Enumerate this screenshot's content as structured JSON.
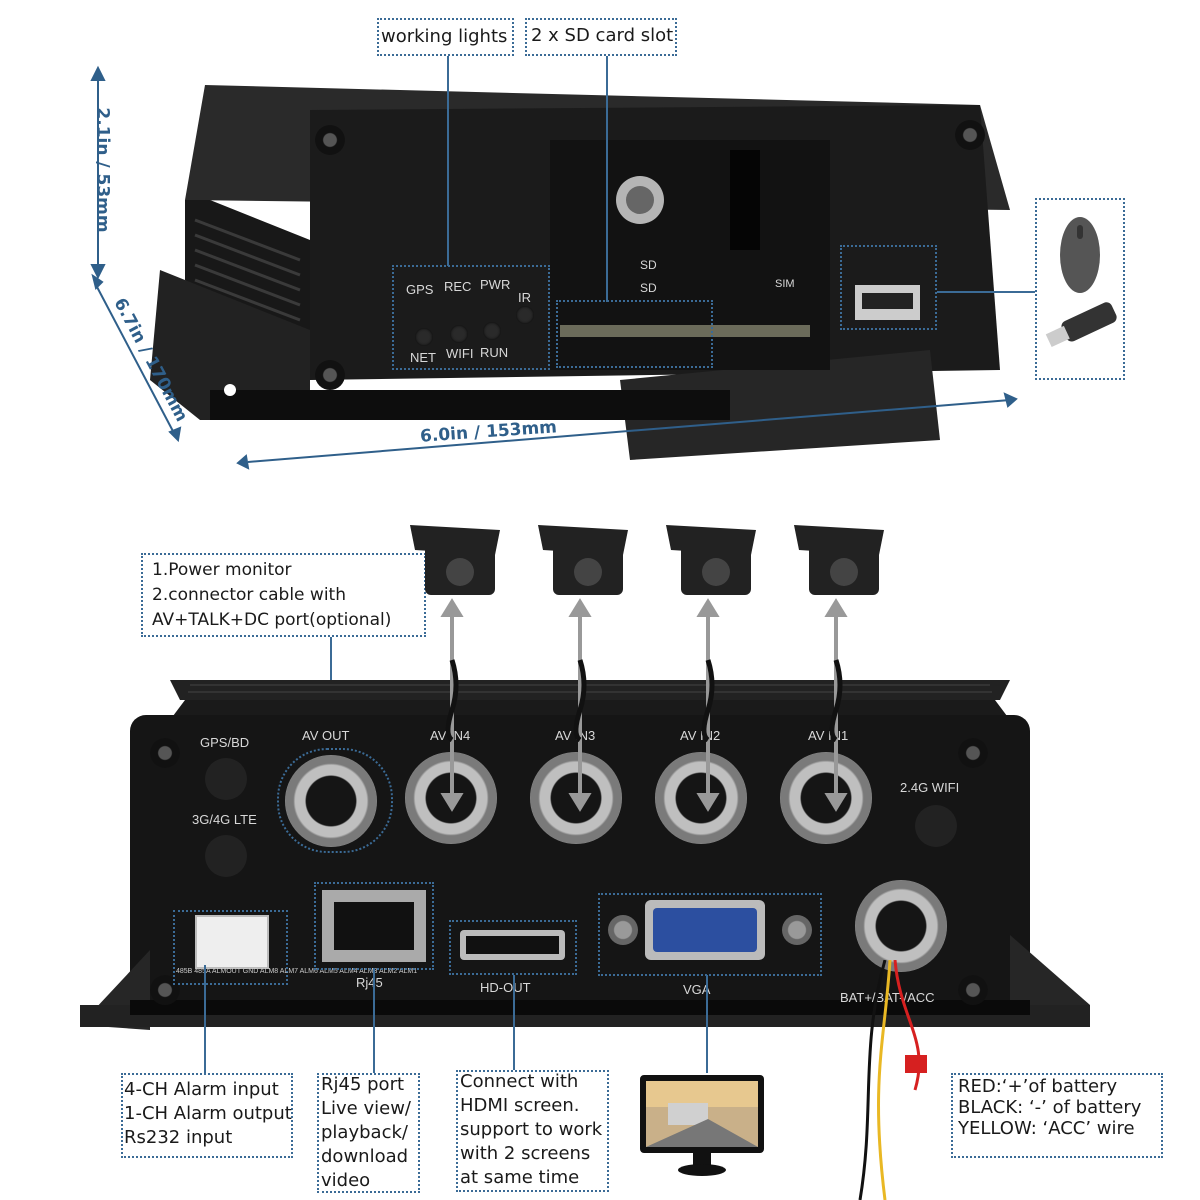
{
  "top_labels": {
    "working_lights": "working lights",
    "sd_slot": "2 x SD card slot"
  },
  "dimensions": {
    "height": "2.1in / 53mm",
    "depth": "6.7in / 170mm",
    "width": "6.0in / 153mm"
  },
  "front_panel": {
    "leds_top": [
      "GPS",
      "REC",
      "PWR"
    ],
    "led_ir": "IR",
    "leds_bottom": [
      "NET",
      "WIFI",
      "RUN"
    ],
    "sd1": "SD",
    "sd2": "SD",
    "sim": "SIM"
  },
  "power_monitor": {
    "line1": "1.Power monitor",
    "line2": "2.connector cable with",
    "line3": "AV+TALK+DC port(optional)"
  },
  "rear_panel": {
    "gps_bd": "GPS/BD",
    "lte": "3G/4G LTE",
    "av_out": "AV OUT",
    "av_in4": "AV IN4",
    "av_in3": "AV IN3",
    "av_in2": "AV IN2",
    "av_in1": "AV IN1",
    "wifi": "2.4G WIFI",
    "rj45": "Rj45",
    "hd_out": "HD-OUT",
    "vga": "VGA",
    "power": "BAT+/BAT-/ACC",
    "alarm_pins": "485B 485A ALMOUT GND ALM8 ALM7 ALM6 ALM5 ALM4 ALM3 ALM2 ALM1"
  },
  "bottom_labels": {
    "alarm": [
      "4-CH Alarm input",
      "1-CH Alarm output",
      "Rs232 input"
    ],
    "rj45": [
      "Rj45 port",
      "Live view/",
      "playback/",
      "download",
      "video"
    ],
    "hdmi": [
      "Connect with",
      "HDMI screen.",
      "support to work",
      "with 2 screens",
      "at same time"
    ],
    "wires": [
      "RED:‘+’of battery",
      "BLACK: ‘-’ of battery",
      "YELLOW: ‘ACC’ wire"
    ]
  },
  "colors": {
    "accent": "#3b6b96",
    "device": "#1c1c1c",
    "wire_red": "#d62020",
    "wire_yellow": "#e9b824"
  }
}
